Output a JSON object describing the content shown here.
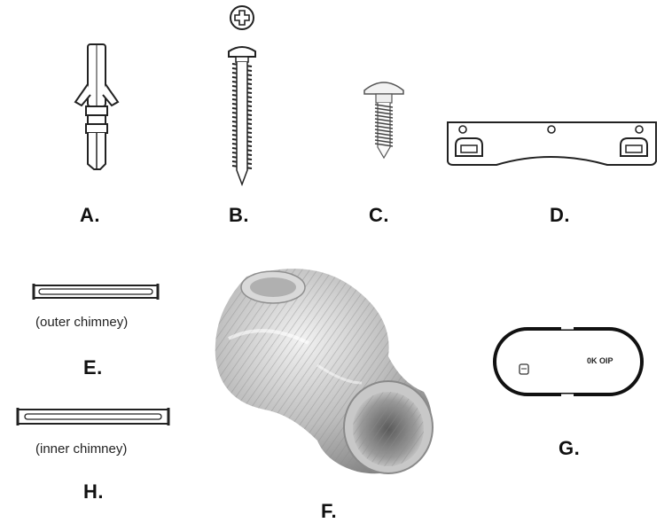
{
  "parts": [
    {
      "id": "A",
      "label": "A.",
      "item": "wall-anchor"
    },
    {
      "id": "B",
      "label": "B.",
      "item": "long-screw"
    },
    {
      "id": "C",
      "label": "C.",
      "item": "short-screw"
    },
    {
      "id": "D",
      "label": "D.",
      "item": "wall-bracket"
    },
    {
      "id": "E",
      "label": "E.",
      "item": "outer-chimney-bracket",
      "caption": "(outer chimney)"
    },
    {
      "id": "H",
      "label": "H.",
      "item": "inner-chimney-bracket",
      "caption": "(inner chimney)"
    },
    {
      "id": "F",
      "label": "F.",
      "item": "flexible-duct"
    },
    {
      "id": "G",
      "label": "G.",
      "item": "remote-control",
      "text": "0K OIP"
    }
  ],
  "colors": {
    "ink": "#111111",
    "foil": "#b8b8b8",
    "foil_dark": "#7a7a7a",
    "foil_light": "#e4e4e4"
  }
}
